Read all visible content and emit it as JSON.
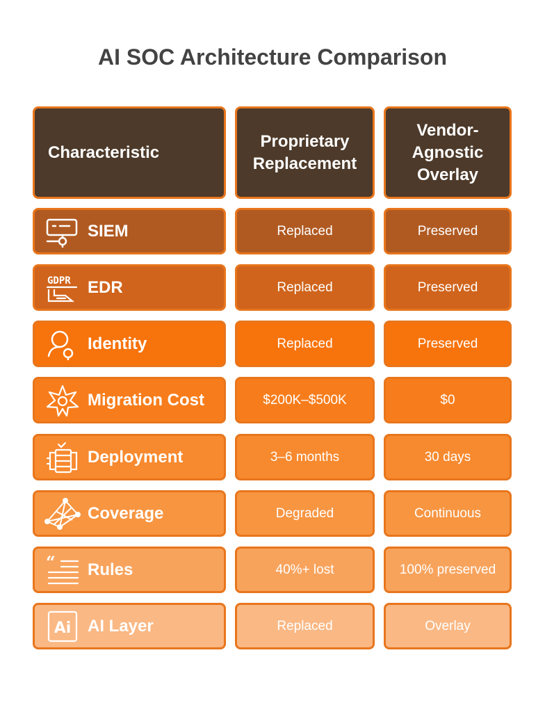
{
  "title": "AI SOC Architecture Comparison",
  "headers": [
    "Characteristic",
    "Proprietary Replacement",
    "Vendor-Agnostic Overlay"
  ],
  "rows": [
    {
      "characteristic": "SIEM",
      "proprietary": "Replaced",
      "overlay": "Preserved",
      "icon": "server-settings-icon",
      "color": "#b05a22"
    },
    {
      "characteristic": "EDR",
      "proprietary": "Replaced",
      "overlay": "Preserved",
      "icon": "gdpr-document-icon",
      "color": "#d0641c"
    },
    {
      "characteristic": "Identity",
      "proprietary": "Replaced",
      "overlay": "Preserved",
      "icon": "user-search-icon",
      "color": "#f7730c"
    },
    {
      "characteristic": "Migration Cost",
      "proprietary": "$200K–$500K",
      "overlay": "$0",
      "icon": "star-burst-icon",
      "color": "#f77d1c"
    },
    {
      "characteristic": "Deployment",
      "proprietary": "3–6 months",
      "overlay": "30 days",
      "icon": "server-rack-icon",
      "color": "#f7892e"
    },
    {
      "characteristic": "Coverage",
      "proprietary": "Degraded",
      "overlay": "Continuous",
      "icon": "network-mesh-icon",
      "color": "#f79541"
    },
    {
      "characteristic": "Rules",
      "proprietary": "40%+ lost",
      "overlay": "100% preserved",
      "icon": "quote-list-icon",
      "color": "#f8a35c"
    },
    {
      "characteristic": "AI Layer",
      "proprietary": "Replaced",
      "overlay": "Overlay",
      "icon": "ai-badge-icon",
      "color": "#fab884"
    }
  ]
}
